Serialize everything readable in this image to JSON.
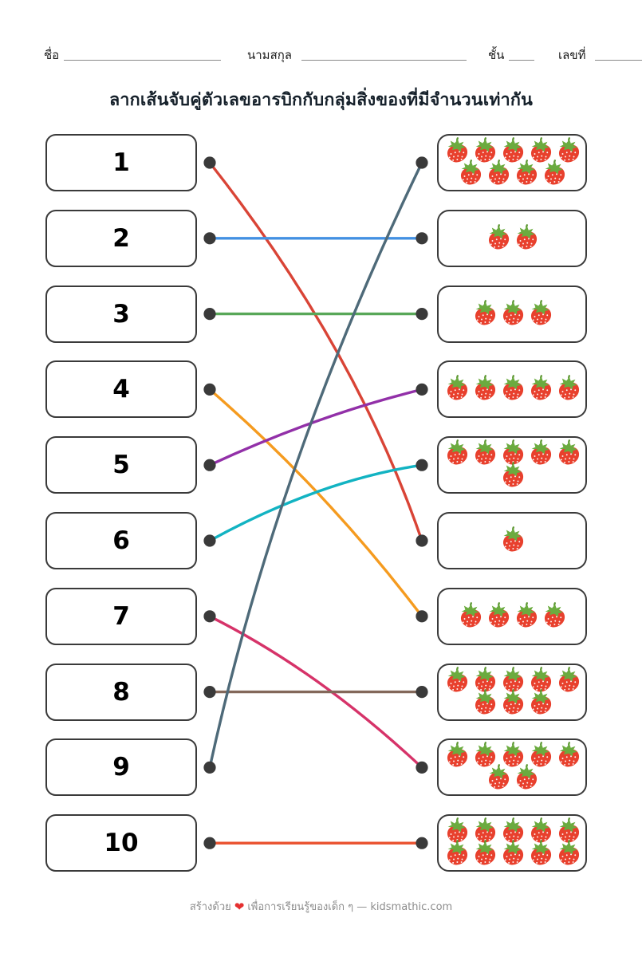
{
  "header": {
    "name_label": "ชื่อ",
    "surname_label": "นามสกุล",
    "class_label": "ชั้น",
    "number_label": "เลขที่"
  },
  "title": "ลากเส้นจับคู่ตัวเลขอารบิกกับกลุ่มสิ่งของที่มีจำนวนเท่ากัน",
  "rows": [
    {
      "number": "1",
      "strawberry_count": 9,
      "layout": [
        5,
        4
      ]
    },
    {
      "number": "2",
      "strawberry_count": 2,
      "layout": [
        2
      ]
    },
    {
      "number": "3",
      "strawberry_count": 3,
      "layout": [
        3
      ]
    },
    {
      "number": "4",
      "strawberry_count": 5,
      "layout": [
        5
      ]
    },
    {
      "number": "5",
      "strawberry_count": 6,
      "layout": [
        5,
        1
      ]
    },
    {
      "number": "6",
      "strawberry_count": 1,
      "layout": [
        1
      ]
    },
    {
      "number": "7",
      "strawberry_count": 4,
      "layout": [
        4
      ]
    },
    {
      "number": "8",
      "strawberry_count": 8,
      "layout": [
        5,
        3
      ]
    },
    {
      "number": "9",
      "strawberry_count": 7,
      "layout": [
        5,
        2
      ]
    },
    {
      "number": "10",
      "strawberry_count": 10,
      "layout": [
        5,
        5
      ]
    }
  ],
  "connections": [
    {
      "from_number": 1,
      "to_box": 6,
      "color": "#d94436",
      "bow": [
        50,
        -5
      ]
    },
    {
      "from_number": 2,
      "to_box": 2,
      "color": "#4390e2",
      "bow": [
        0,
        0
      ]
    },
    {
      "from_number": 3,
      "to_box": 3,
      "color": "#58a758",
      "bow": [
        0,
        0
      ]
    },
    {
      "from_number": 4,
      "to_box": 7,
      "color": "#f59b1f",
      "bow": [
        14,
        -15
      ]
    },
    {
      "from_number": 5,
      "to_box": 4,
      "color": "#9230a8",
      "bow": [
        4,
        -16
      ]
    },
    {
      "from_number": 6,
      "to_box": 5,
      "color": "#12b3c2",
      "bow": [
        4,
        -28
      ]
    },
    {
      "from_number": 7,
      "to_box": 9,
      "color": "#d63369",
      "bow": [
        4,
        -26
      ]
    },
    {
      "from_number": 8,
      "to_box": 8,
      "color": "#83685a",
      "bow": [
        0,
        0
      ]
    },
    {
      "from_number": 9,
      "to_box": 1,
      "color": "#4e6a79",
      "bow": [
        -50,
        0
      ]
    },
    {
      "from_number": 10,
      "to_box": 10,
      "color": "#ea512e",
      "bow": [
        0,
        0
      ]
    }
  ],
  "footer": {
    "prefix": "สร้างด้วย",
    "heart": "❤",
    "suffix": "เพื่อการเรียนรู้ของเด็ก ๆ — kidsmathic.com"
  },
  "colors": {
    "dot": "#3a3a3a",
    "box_border": "#3a3a3a",
    "strawberry_body": "#e8402d",
    "strawberry_leaf": "#6bab3f",
    "strawberry_stem": "#5d9732"
  }
}
